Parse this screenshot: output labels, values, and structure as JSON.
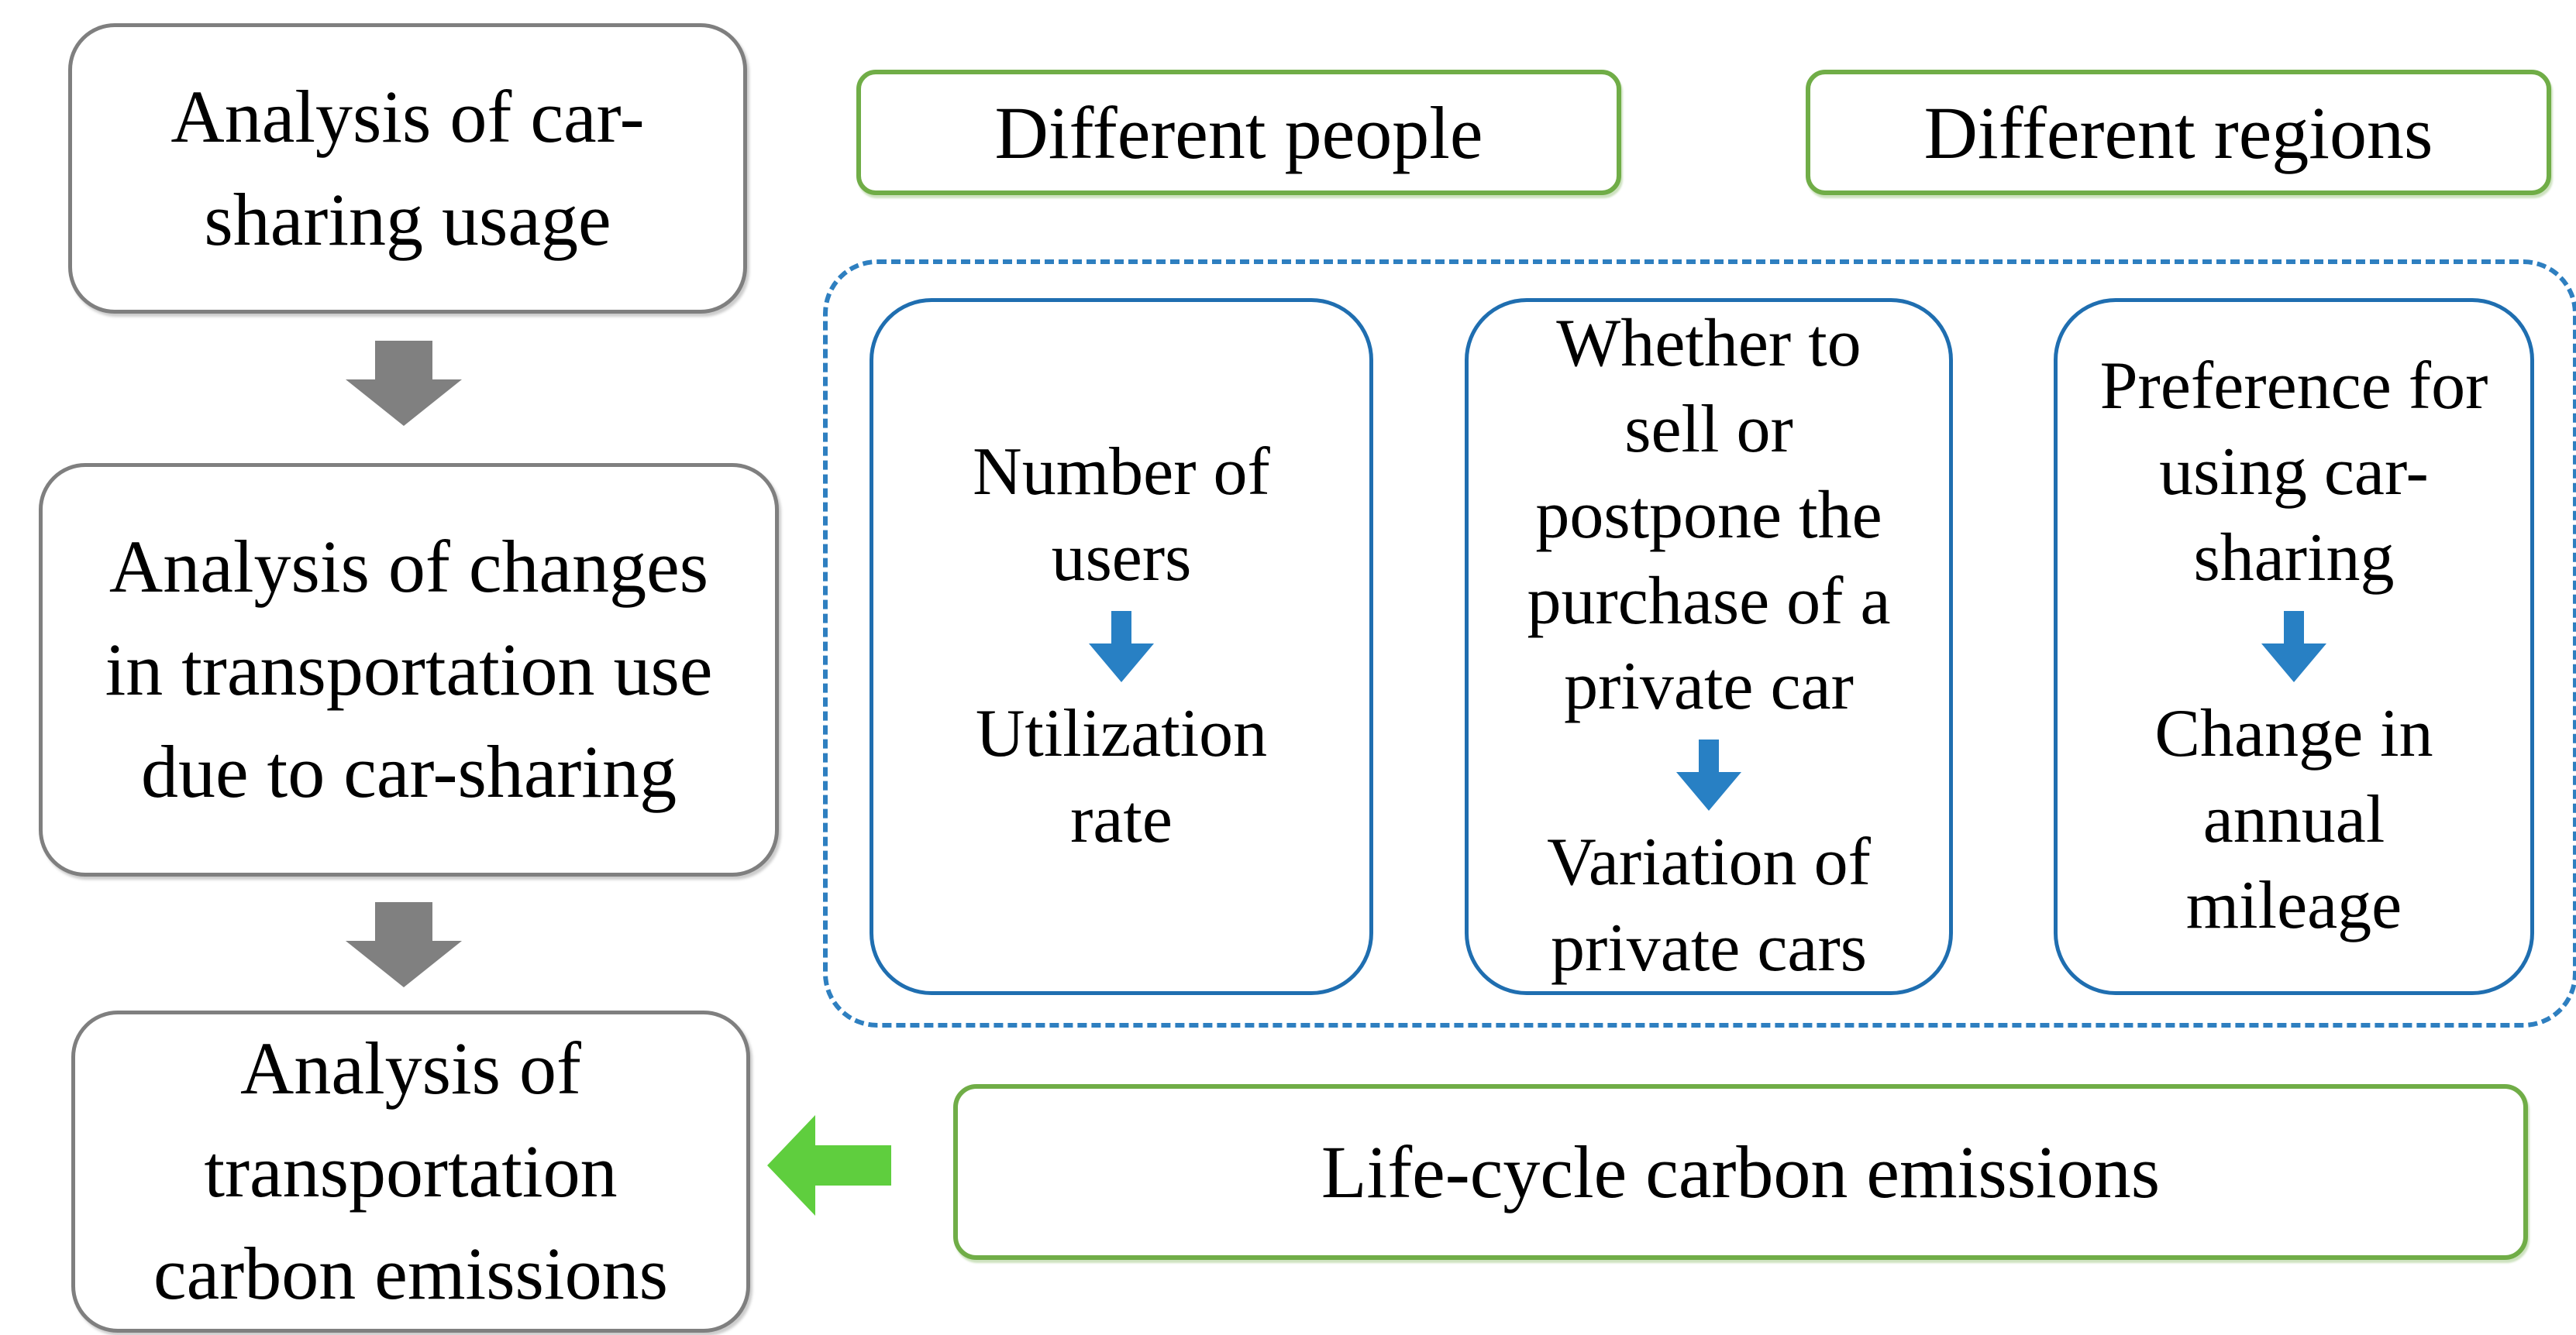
{
  "diagram": {
    "left_flow": {
      "box1": "Analysis of car-\nsharing usage",
      "box2": "Analysis of changes\nin transportation use\ndue to car-sharing",
      "box3": "Analysis of\ntransportation\ncarbon emissions"
    },
    "headers": {
      "people": "Different people",
      "regions": "Different regions"
    },
    "factors": [
      {
        "cause": "Number of\nusers",
        "effect": "Utilization\nrate"
      },
      {
        "cause": "Whether to\nsell or\npostpone the\npurchase of a\nprivate car",
        "effect": "Variation of\nprivate cars"
      },
      {
        "cause": "Preference for\nusing car-\nsharing",
        "effect": "Change in\nannual\nmileage"
      }
    ],
    "bottom": {
      "label": "Life-cycle carbon emissions"
    },
    "icons": {
      "flow_arrow": "gray-down-block-arrow",
      "factor_arrow": "blue-down-block-arrow",
      "emissions_arrow": "green-left-block-arrow"
    },
    "colors": {
      "gray_border": "#7F7F7F",
      "gray_arrow": "#808080",
      "green_border": "#70AD47",
      "green_arrow": "#5FCE3E",
      "blue_border": "#1F6EB0",
      "blue_dashed": "#2E7FC0",
      "blue_arrow": "#2880C4",
      "text": "#000000",
      "background": "#FFFFFF"
    }
  }
}
